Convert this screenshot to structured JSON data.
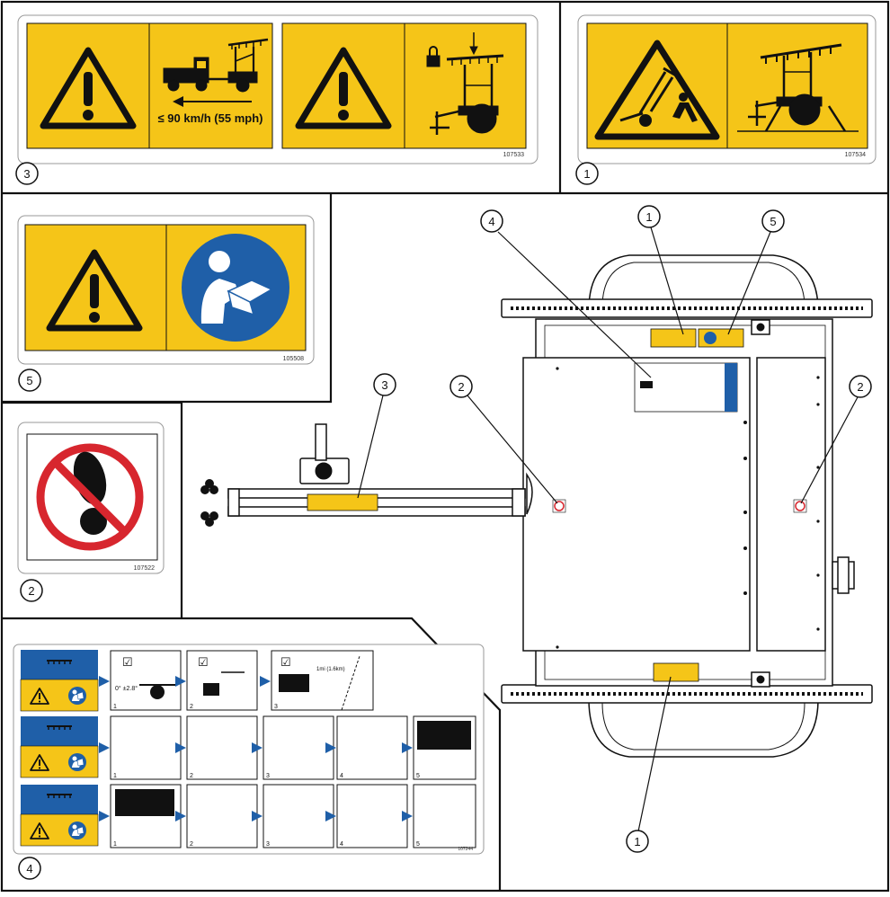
{
  "panels": {
    "p3": {
      "callout": "3",
      "code": "107533",
      "speed_text": "≤ 90 km/h (55 mph)"
    },
    "p1": {
      "callout": "1",
      "code": "107534"
    },
    "p5": {
      "callout": "5",
      "code": "105508"
    },
    "p2": {
      "callout": "2",
      "code": "107522"
    },
    "p4": {
      "callout": "4",
      "code": "107244",
      "row1_captions": [
        "1",
        "2",
        "3"
      ],
      "row2_captions": [
        "1",
        "2",
        "3",
        "4",
        "5"
      ],
      "row3_captions": [
        "1",
        "2",
        "3",
        "4",
        "5"
      ],
      "tilt_text": "0° ±2.8°",
      "distance_text": "1mi (1.6km)"
    }
  },
  "trailer_callouts": {
    "top_4": "4",
    "top_1": "1",
    "top_5": "5",
    "mid_3": "3",
    "left_2": "2",
    "right_2": "2",
    "bottom_1": "1"
  },
  "colors": {
    "warning_yellow": "#F5C518",
    "mandatory_blue": "#1F5FA8",
    "prohibition_red": "#D7262E"
  }
}
